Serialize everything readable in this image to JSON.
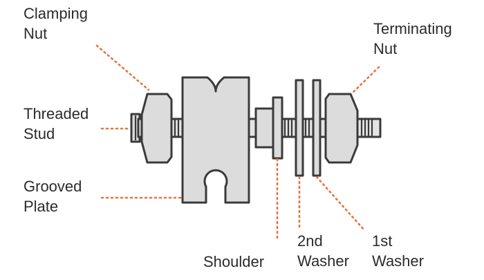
{
  "labels": {
    "clamping_nut": [
      "Clamping",
      "Nut"
    ],
    "terminating_nut": [
      "Terminating",
      "Nut"
    ],
    "threaded_stud": [
      "Threaded",
      "Stud"
    ],
    "grooved_plate": [
      "Grooved",
      "Plate"
    ],
    "shoulder": [
      "Shoulder"
    ],
    "second_washer": [
      "2nd",
      "Washer"
    ],
    "first_washer": [
      "1st",
      "Washer"
    ]
  },
  "colors": {
    "leader": "#e8733f",
    "text": "#2b2b2b",
    "part_fill": "#dcdcdc",
    "part_stroke": "#3a3a3a"
  }
}
